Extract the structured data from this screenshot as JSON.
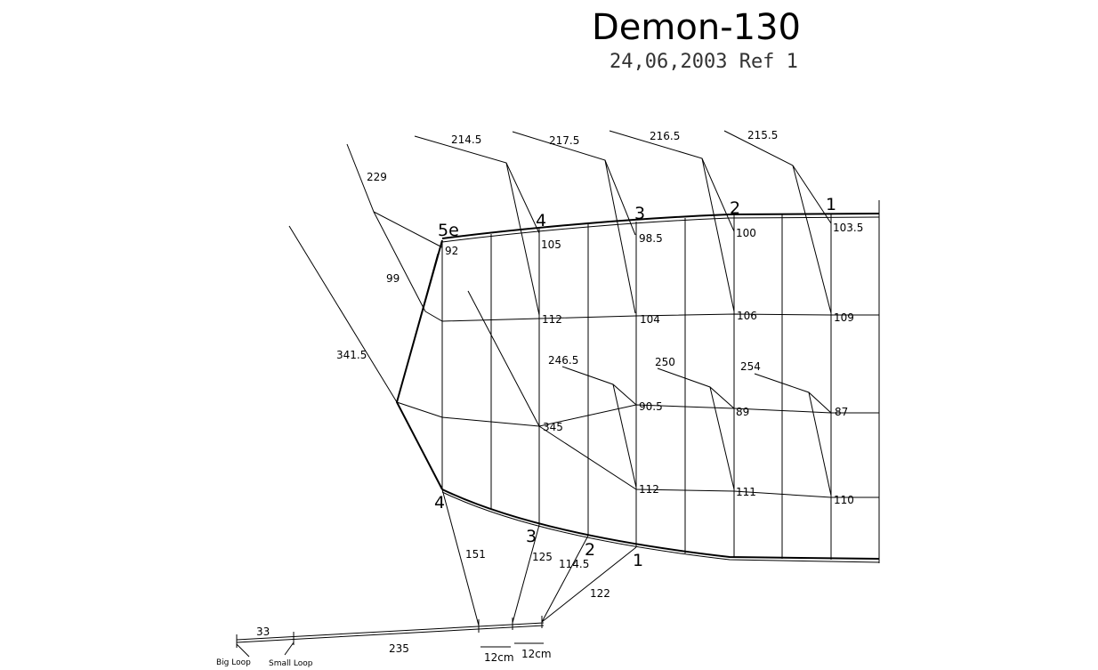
{
  "title": "Demon-130",
  "subtitle": "24,06,2003  Ref 1",
  "line_lengths": {
    "a_229": "229",
    "a_99": "99",
    "a_341_5": "341.5",
    "top_214_5": "214.5",
    "top_217_5": "217.5",
    "top_216_5": "216.5",
    "top_215_5": "215.5",
    "mid_246_5": "246.5",
    "mid_250": "250",
    "mid_254": "254",
    "bot_151": "151",
    "bot_125": "125",
    "bot_114_5": "114.5",
    "bot_122": "122",
    "main_33": "33",
    "main_235": "235"
  },
  "row_labels": {
    "a_92": "92",
    "a_105": "105",
    "a_98_5": "98.5",
    "a_100": "100",
    "a_103_5": "103.5",
    "b_112": "112",
    "b_104": "104",
    "b_106": "106",
    "b_109": "109",
    "c_345": "345",
    "c_90_5": "90.5",
    "c_89": "89",
    "c_87": "87",
    "d_112": "112",
    "d_111": "111",
    "d_110": "110"
  },
  "rib_numbers_top": [
    "5e",
    "4",
    "3",
    "2",
    "1"
  ],
  "rib_numbers_bottom": [
    "4",
    "3",
    "2",
    "1"
  ],
  "riser": {
    "big_loop": "Big Loop",
    "small_loop": "Small Loop",
    "spacing_1": "12cm",
    "spacing_2": "12cm"
  }
}
